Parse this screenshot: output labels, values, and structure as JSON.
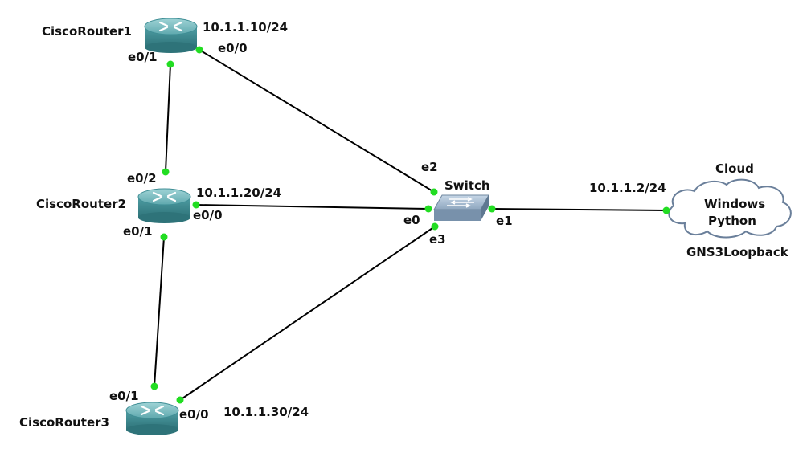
{
  "nodes": {
    "router1": {
      "label": "CiscoRouter1",
      "ip": "10.1.1.10/24"
    },
    "router2": {
      "label": "CiscoRouter2",
      "ip": "10.1.1.20/24"
    },
    "router3": {
      "label": "CiscoRouter3",
      "ip": "10.1.1.30/24"
    },
    "switch": {
      "label": "Switch"
    },
    "cloud": {
      "label": "Cloud",
      "line1": "Windows",
      "line2": "Python",
      "name": "GNS3Loopback",
      "ip": "10.1.1.2/24"
    }
  },
  "ports": {
    "r1_e0_1": "e0/1",
    "r1_e0_0": "e0/0",
    "r2_e0_2": "e0/2",
    "r2_e0_0": "e0/0",
    "r2_e0_1": "e0/1",
    "r3_e0_1": "e0/1",
    "r3_e0_0": "e0/0",
    "sw_e0": "e0",
    "sw_e1": "e1",
    "sw_e2": "e2",
    "sw_e3": "e3"
  },
  "colors": {
    "link": "#000000",
    "port_dot": "#22dd22",
    "router_body": "#3f8e95",
    "router_top": "#6fb8bd",
    "switch_body": "#8fa7bf",
    "cloud_fill": "#ffffff",
    "cloud_stroke": "#6a7f9a"
  }
}
